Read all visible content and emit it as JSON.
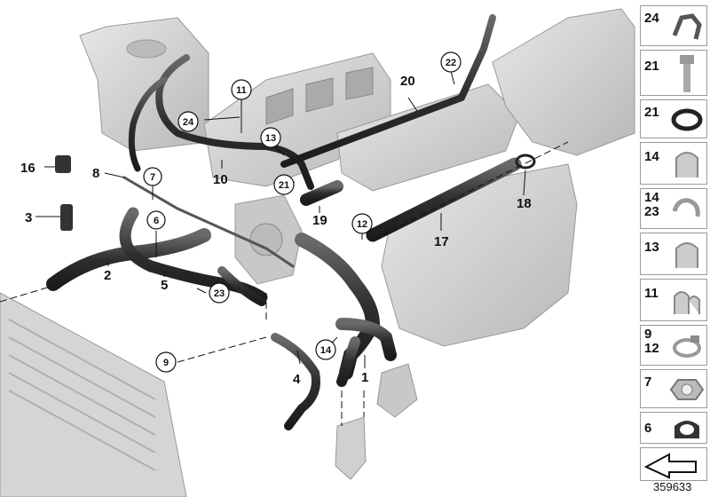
{
  "callouts": {
    "c1": "1",
    "c2": "2",
    "c3": "3",
    "c4": "4",
    "c5": "5",
    "c8": "8",
    "c10": "10",
    "c16": "16",
    "c17": "17",
    "c18": "18",
    "c19": "19",
    "c20": "20"
  },
  "circled_callouts": {
    "c6": "6",
    "c7": "7",
    "c9": "9",
    "c11": "11",
    "c12": "12",
    "c13": "13",
    "c14": "14",
    "c21": "21",
    "c22": "22",
    "c23": "23",
    "c24": "24"
  },
  "legend": [
    {
      "label": "24",
      "icon": "hose-clamp-clip-icon"
    },
    {
      "label": "21",
      "icon": "bolt-icon"
    },
    {
      "label": "21",
      "icon": "o-ring-icon"
    },
    {
      "label": "14",
      "icon": "hose-holder-icon"
    },
    {
      "label": "14\n23",
      "icon": "hose-clip-icon"
    },
    {
      "label": "13",
      "icon": "hose-holder-icon"
    },
    {
      "label": "11",
      "icon": "double-hose-holder-icon"
    },
    {
      "label": "9\n12",
      "icon": "hose-clamp-icon"
    },
    {
      "label": "7",
      "icon": "hex-nut-icon"
    },
    {
      "label": "6",
      "icon": "rubber-grommet-icon"
    },
    {
      "label": "",
      "icon": "arrow-icon"
    }
  ],
  "reference_number": "359633",
  "colors": {
    "hose": "#3a3a3a",
    "engine": "#cfcfcf",
    "line": "#111111"
  }
}
